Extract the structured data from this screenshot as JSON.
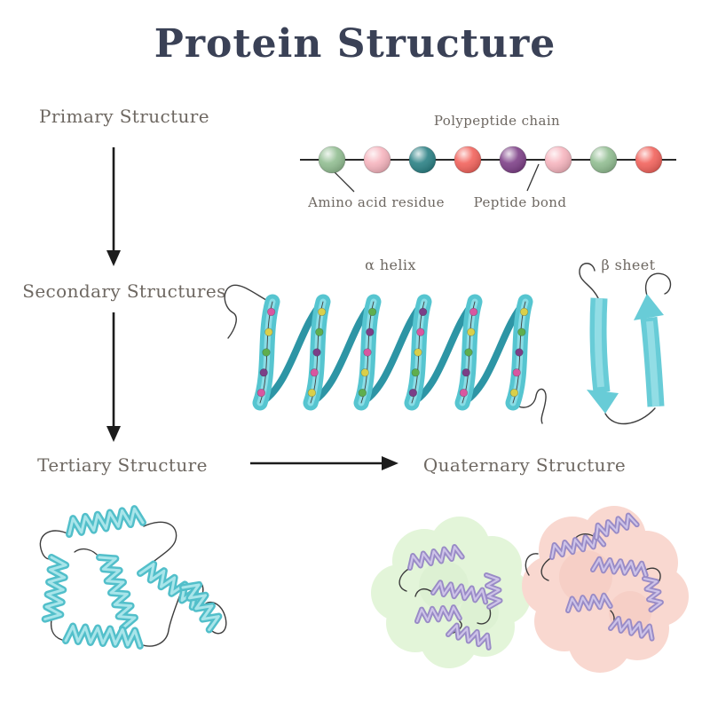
{
  "title": "Protein Structure",
  "labels": {
    "primary": "Primary Structure",
    "secondary": "Secondary Structures",
    "tertiary": "Tertiary Structure",
    "quaternary": "Quaternary Structure",
    "polypeptide_chain": "Polypeptide chain",
    "amino_acid_residue": "Amino acid residue",
    "peptide_bond": "Peptide bond",
    "alpha_helix": "α helix",
    "beta_sheet": "β sheet"
  },
  "polypeptide": {
    "bead_colors": [
      "#8fbc8f",
      "#f6b3bd",
      "#267e82",
      "#f26059",
      "#7b3c85",
      "#f6b3bd",
      "#8fbc8f",
      "#f26059"
    ]
  },
  "palette": {
    "title_text": "#3a4156",
    "label_text": "#6e6862",
    "helix_front": "#56c5d0",
    "helix_back": "#2d95a5",
    "beta_arrow": "#68ccd7",
    "tertiary_coil": "#52bfca",
    "quaternary_coil": "#998bc6",
    "blob_green": "#e3f5d9",
    "blob_pink": "#f9d8d0",
    "helix_dots": [
      "#d857a0",
      "#d9cf4a",
      "#5fae4e",
      "#7b3f87"
    ]
  }
}
